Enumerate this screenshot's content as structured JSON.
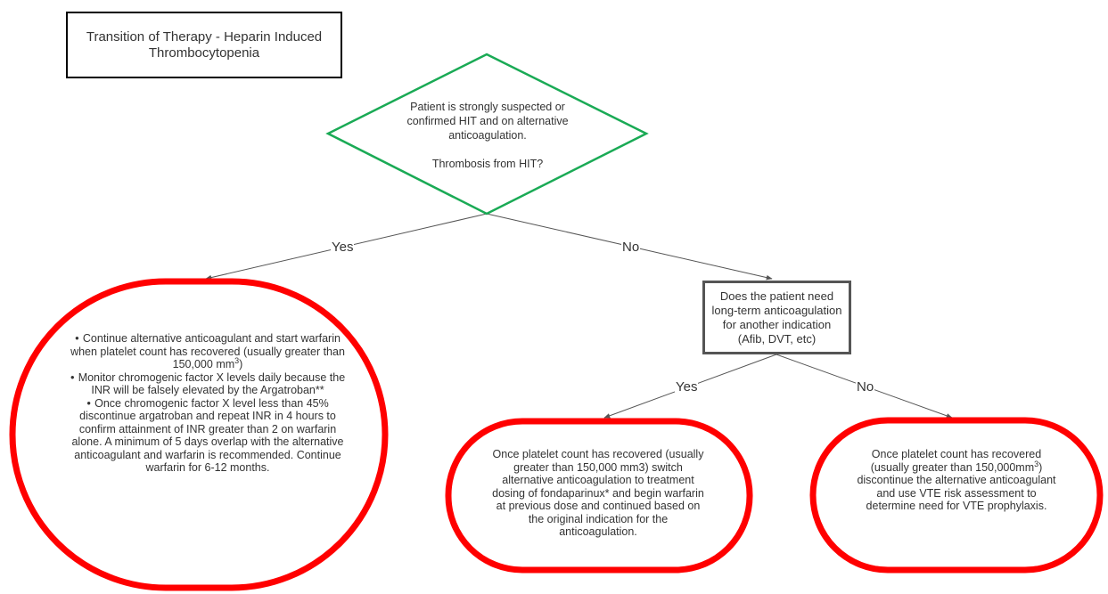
{
  "title": "Transition of Therapy - Heparin Induced Thrombocytopenia",
  "decision1": {
    "line1": "Patient is strongly suspected or confirmed HIT and on alternative anticoagulation.",
    "line2": "Thrombosis from HIT?"
  },
  "edges": {
    "yes1": "Yes",
    "no1": "No",
    "yes2": "Yes",
    "no2": "No"
  },
  "decision2": {
    "text": "Does the patient need long-term anticoagulation for another indication (Afib, DVT, etc)"
  },
  "outcome_left": {
    "b1_pre": "Continue alternative anticoagulant and start warfarin when platelet count has recovered (usually greater than 150,000 mm",
    "b1_sup": "3",
    "b1_post": ")",
    "b2": "Monitor chromogenic factor X levels daily because the INR will be falsely  elevated by the Argatroban**",
    "b3": "Once chromogenic factor X level less than 45% discontinue argatroban and repeat INR in 4 hours to confirm attainment of INR greater than 2 on warfarin alone.  A minimum of 5 days overlap with the alternative anticoagulant and warfarin is recommended.  Continue warfarin for 6-12 months."
  },
  "outcome_mid": {
    "text": "Once platelet count has recovered (usually greater than 150,000 mm3) switch alternative anticoagulation to treatment dosing of fondaparinux* and begin warfarin at previous dose and continued based on the original indication for the anticoagulation."
  },
  "outcome_right": {
    "pre": "Once platelet count has recovered (usually greater than 150,000mm",
    "sup": "3",
    "post": ") discontinue the alternative anticoagulant and use VTE risk assessment to determine need for VTE prophylaxis."
  },
  "colors": {
    "diamond_stroke": "#1aaa55",
    "oval_stroke": "#ff0000",
    "box_stroke": "#555555",
    "edge": "#555555",
    "text": "#333333"
  }
}
